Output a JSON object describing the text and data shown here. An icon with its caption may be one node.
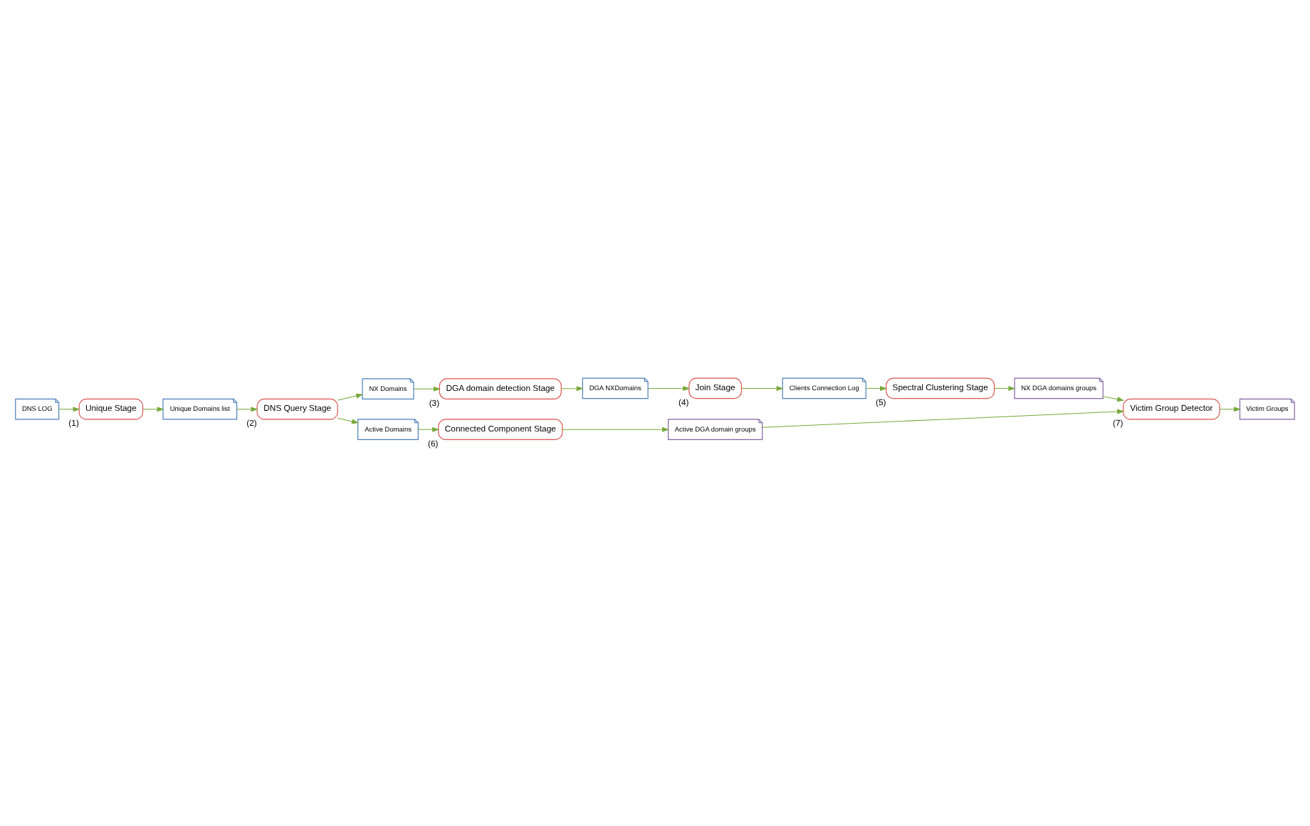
{
  "diagram": {
    "nodes": [
      {
        "text": [
          "DNS LOG"
        ]
      },
      {
        "text": [
          "Unique Stage"
        ],
        "beside": [
          "(1)"
        ]
      },
      {
        "text": [
          "Unique Domains list"
        ]
      },
      {
        "text": [
          "DNS Query Stage"
        ],
        "beside": [
          "(2)"
        ]
      },
      {
        "text": [
          "NX Domains"
        ]
      },
      {
        "text": [
          "Active Domains"
        ]
      },
      {
        "text": [
          "Connected Component Stage"
        ],
        "beside": [
          "(6)"
        ]
      },
      {
        "text": [
          "Active DGA domain groups"
        ]
      },
      {
        "text": [
          "Victim Group Detector"
        ],
        "beside": [
          "(7)"
        ]
      },
      {
        "text": [
          "Victim Groups"
        ]
      },
      {
        "text": [
          "DGA domain detection Stage"
        ],
        "beside": [
          "(3)"
        ]
      },
      {
        "text": [
          "DGA NXDomains"
        ]
      },
      {
        "text": [
          "Join Stage"
        ],
        "beside": [
          "(4)"
        ]
      },
      {
        "text": [
          "Clients Connection Log"
        ]
      },
      {
        "text": [
          "Spectral Clustering Stage"
        ],
        "beside": [
          "(5)"
        ]
      },
      {
        "text": [
          "NX DGA domains groups"
        ]
      }
    ],
    "edges": [
      {
        "from": 0,
        "to": 1,
        "arrow": "to"
      },
      {
        "from": 1,
        "to": 2,
        "arrow": "to"
      },
      {
        "from": 2,
        "to": 3,
        "arrow": "to"
      },
      {
        "from": 3,
        "to": 4,
        "arrow": "to"
      },
      {
        "from": 3,
        "to": 5,
        "arrow": "to"
      },
      {
        "from": 5,
        "to": 6,
        "arrow": "to"
      },
      {
        "from": 4,
        "to": 10,
        "arrow": "to"
      },
      {
        "from": 6,
        "to": 7,
        "arrow": "to"
      },
      {
        "from": 7,
        "to": 8,
        "arrow": "to"
      },
      {
        "from": 8,
        "to": 9,
        "arrow": "to"
      },
      {
        "from": 10,
        "to": 11,
        "arrow": "to"
      },
      {
        "from": 11,
        "to": 12,
        "arrow": "to"
      },
      {
        "from": 12,
        "to": 13,
        "arrow": "to"
      },
      {
        "from": 13,
        "to": 14,
        "arrow": "to"
      },
      {
        "from": 14,
        "to": 15,
        "arrow": "to"
      },
      {
        "from": 15,
        "to": 8,
        "arrow": "to"
      }
    ]
  }
}
